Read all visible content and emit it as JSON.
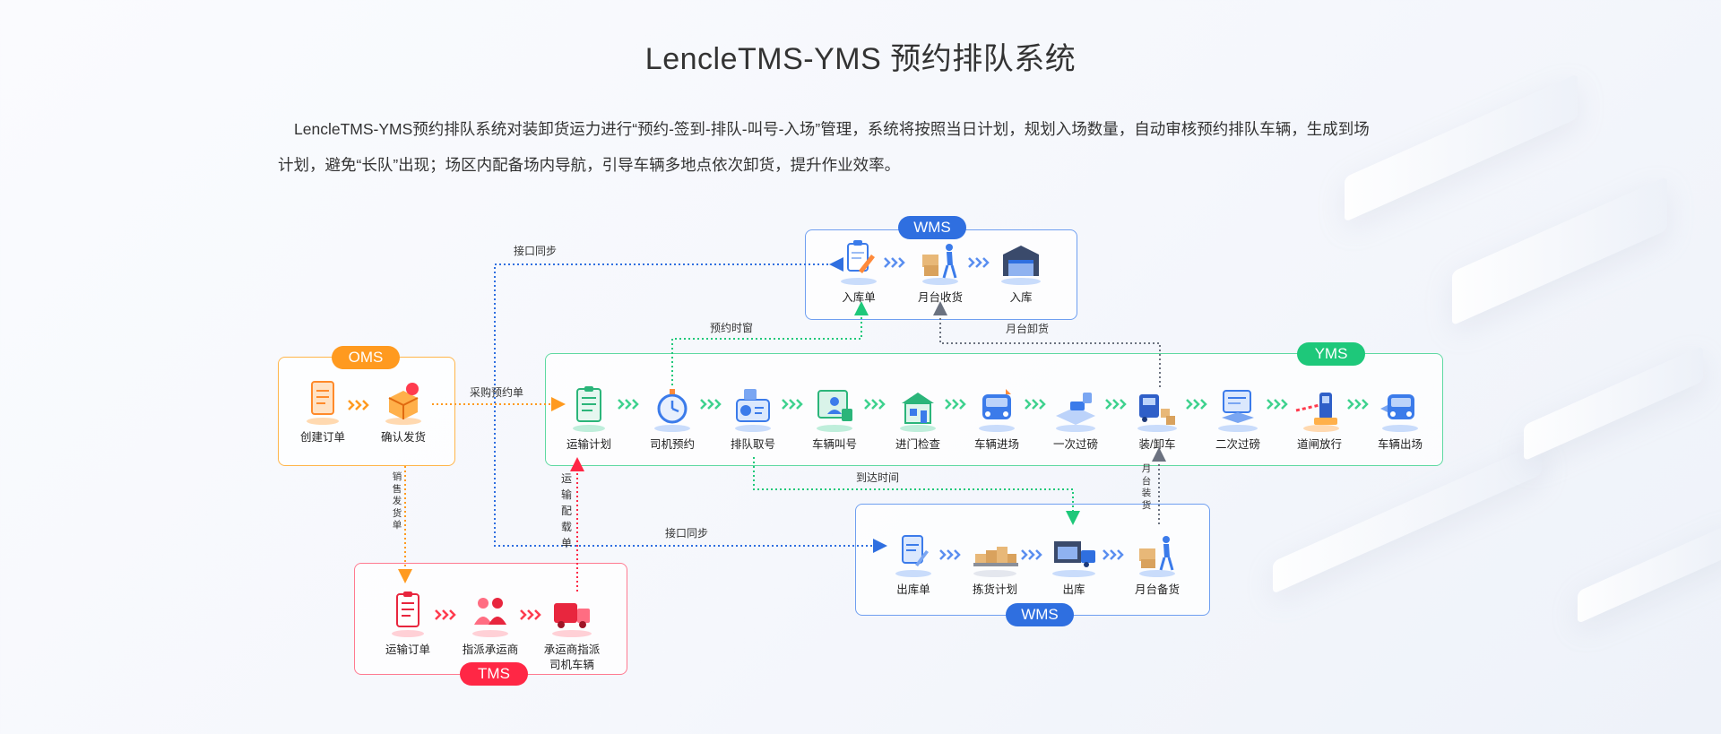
{
  "header": {
    "title": "LencleTMS-YMS 预约排队系统",
    "desc_line1": "LencleTMS-YMS预约排队系统对装卸货运力进行“预约-签到-排队-叫号-入场”管理，系统将按照当日计划，规划入场数量，自动审核预约排队车辆，生成到场",
    "desc_line2": "计划，避免“长队”出现；场区内配备场内导航，引导车辆多地点依次卸货，提升作业效率。"
  },
  "systems": {
    "oms": {
      "name": "OMS",
      "color": "#ff9a1f",
      "steps": [
        "创建订单",
        "确认发货"
      ]
    },
    "yms": {
      "name": "YMS",
      "color": "#1ec87a",
      "steps": [
        "运输计划",
        "司机预约",
        "排队取号",
        "车辆叫号",
        "进门检查",
        "车辆进场",
        "一次过磅",
        "装/卸车",
        "二次过磅",
        "道闸放行",
        "车辆出场"
      ]
    },
    "wms_in": {
      "name": "WMS",
      "color": "#2f6fe0",
      "steps": [
        "入库单",
        "月台收货",
        "入库"
      ]
    },
    "wms_out": {
      "name": "WMS",
      "color": "#2f6fe0",
      "steps": [
        "出库单",
        "拣货计划",
        "出库",
        "月台备货"
      ]
    },
    "tms": {
      "name": "TMS",
      "color": "#ff2745",
      "steps": [
        "运输订单",
        "指派承运商",
        "承运商指派",
        "司机车辆"
      ]
    }
  },
  "connectors": {
    "interface_sync_top": "接口同步",
    "interface_sync_bottom": "接口同步",
    "booking_window": "预约时窗",
    "platform_unload": "月台卸货",
    "purchase_booking": "采购预约单",
    "sales_delivery": [
      "销",
      "售",
      "发",
      "货",
      "单"
    ],
    "transport_load": [
      "运",
      "输",
      "配",
      "载",
      "单"
    ],
    "arrival_time": "到达时间",
    "platform_load": [
      "月",
      "台",
      "装",
      "货"
    ]
  },
  "icons": {
    "create-order": "clipboard-icon",
    "confirm-ship": "box-delivery-icon",
    "plan": "clipboard-checklist-icon",
    "booking": "stopwatch-icon",
    "queue": "ticket-icon",
    "calling": "monitor-person-icon",
    "gate": "gatehouse-icon",
    "enter": "truck-front-icon",
    "weigh": "scale-icon",
    "load": "truck-loading-icon",
    "exit": "truck-exit-icon",
    "wms": "warehouse-icon",
    "tms": "truck-icon"
  },
  "colors": {
    "oms": "#ff9a1f",
    "yms": "#1ec87a",
    "wms": "#2f6fe0",
    "tms": "#ff2745",
    "line_blue": "#2f6fe0",
    "line_green": "#1ec87a",
    "line_gray": "#6b7280",
    "line_orange": "#ff9a1f",
    "line_red": "#ff2745"
  }
}
